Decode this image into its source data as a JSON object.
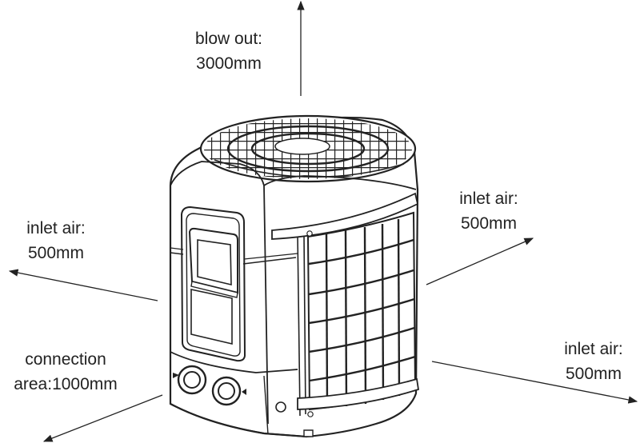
{
  "labels": {
    "top": {
      "line1": "blow out:",
      "line2": "3000mm"
    },
    "left": {
      "line1": "inlet air:",
      "line2": "500mm"
    },
    "right_upper": {
      "line1": "inlet air:",
      "line2": "500mm"
    },
    "right_lower": {
      "line1": "inlet air:",
      "line2": "500mm"
    },
    "bottom_left": {
      "line1": "connection",
      "line2": "area:1000mm"
    }
  },
  "colors": {
    "line": "#222222",
    "text": "#222222",
    "background": "#ffffff"
  }
}
